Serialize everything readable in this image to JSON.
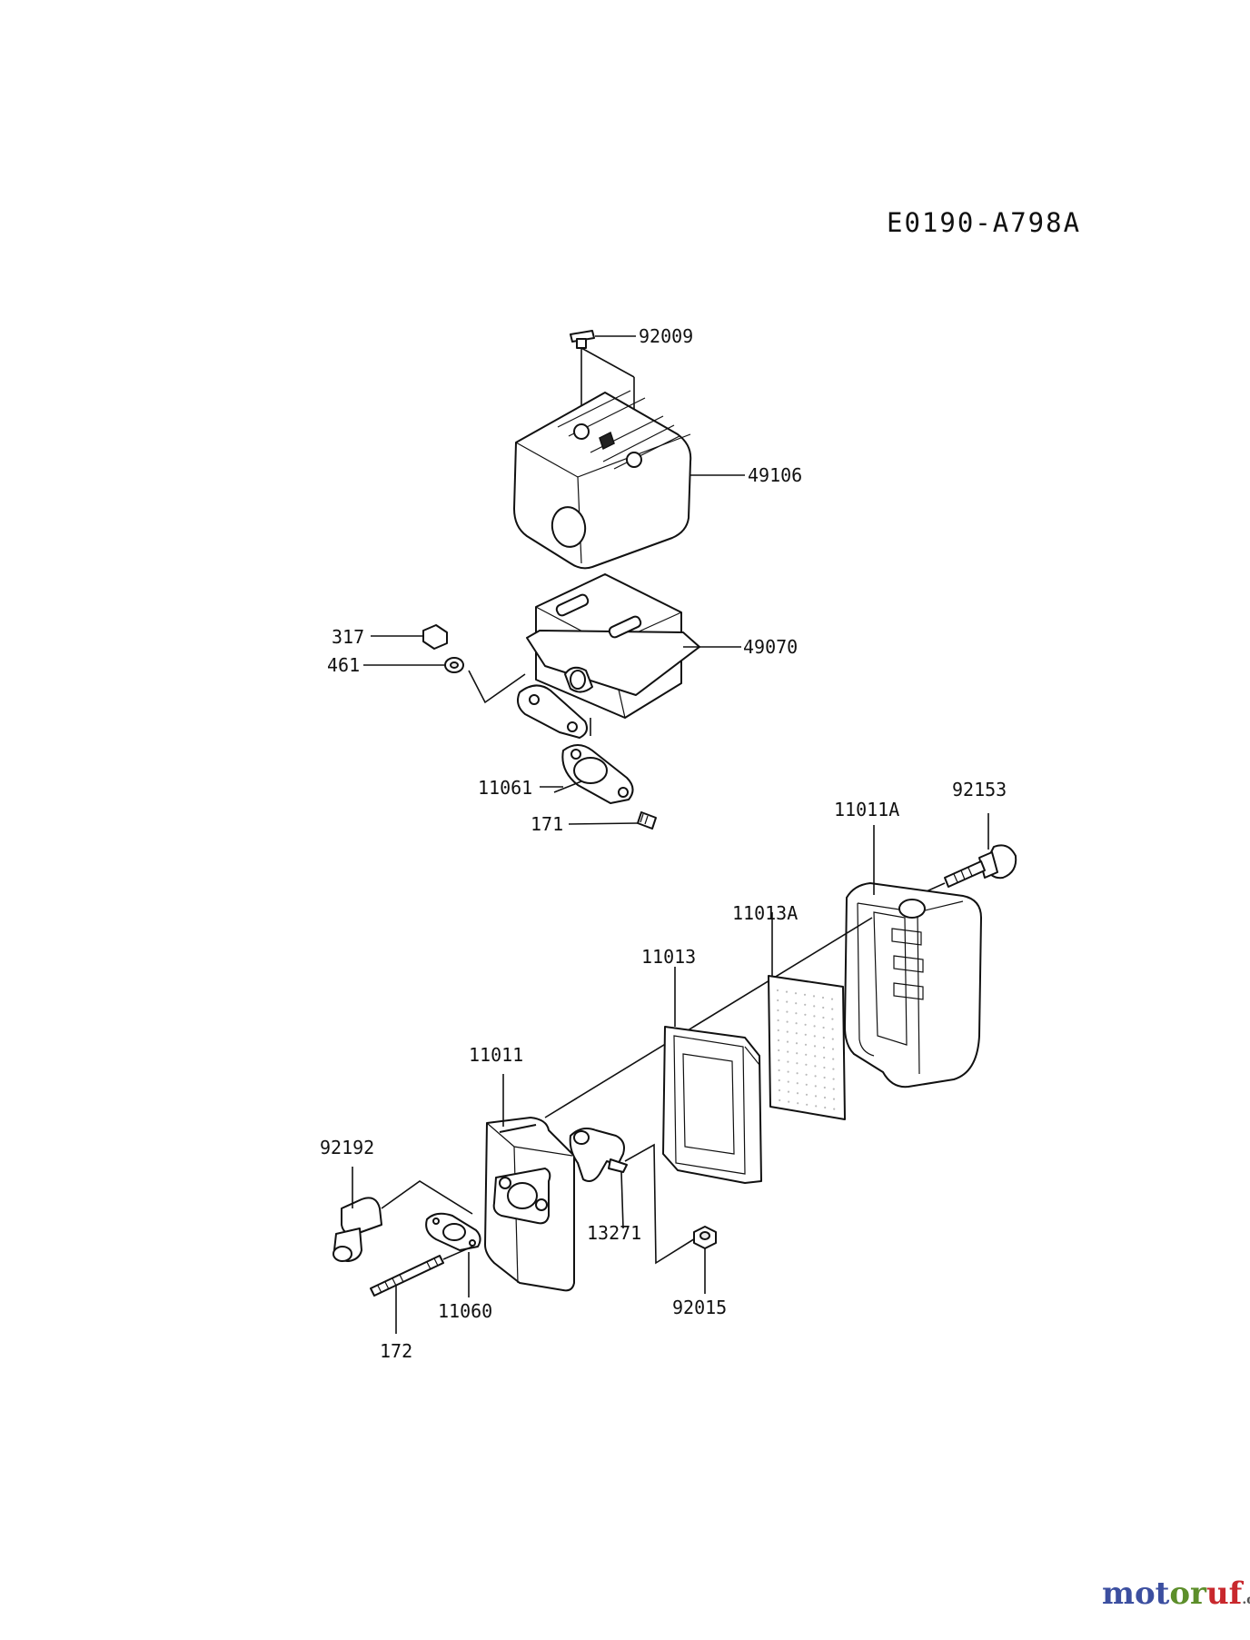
{
  "diagram": {
    "code": "E0190-A798A",
    "labels": [
      {
        "id": "92009",
        "text": "92009"
      },
      {
        "id": "49106",
        "text": "49106"
      },
      {
        "id": "49070",
        "text": "49070"
      },
      {
        "id": "317",
        "text": "317"
      },
      {
        "id": "461",
        "text": "461"
      },
      {
        "id": "11061",
        "text": "11061"
      },
      {
        "id": "171",
        "text": "171"
      },
      {
        "id": "92153",
        "text": "92153"
      },
      {
        "id": "11011A",
        "text": "11011A"
      },
      {
        "id": "11013A",
        "text": "11013A"
      },
      {
        "id": "11013",
        "text": "11013"
      },
      {
        "id": "11011",
        "text": "11011"
      },
      {
        "id": "92192",
        "text": "92192"
      },
      {
        "id": "13271",
        "text": "13271"
      },
      {
        "id": "92015",
        "text": "92015"
      },
      {
        "id": "11060",
        "text": "11060"
      },
      {
        "id": "172",
        "text": "172"
      }
    ]
  },
  "watermark": {
    "part1": "mot",
    "part2": "or",
    "part3": "uf",
    "part4": ".de"
  }
}
